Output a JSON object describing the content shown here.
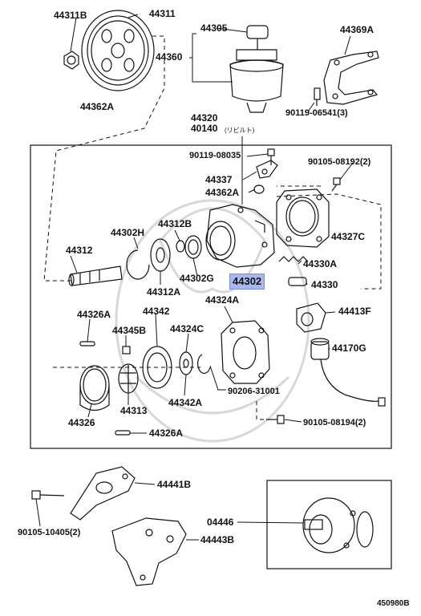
{
  "diagram_code": "450980B",
  "labels": {
    "p44311B": "44311B",
    "p44311": "44311",
    "p44362A_top": "44362A",
    "p44305": "44305",
    "p44360": "44360",
    "p44369A": "44369A",
    "p90119_06541": "90119-06541(3)",
    "p44320": "44320",
    "p44140": "40140",
    "p44140_jp": "(リビルト)",
    "p90119_08035": "90119-08035",
    "p90105_08192": "90105-08192(2)",
    "p44337": "44337",
    "p44362A": "44362A",
    "p44312B": "44312B",
    "p44302H": "44302H",
    "p44327C": "44327C",
    "p44312": "44312",
    "p44330A": "44330A",
    "p44302G": "44302G",
    "p44302": "44302",
    "p44330": "44330",
    "p44312A": "44312A",
    "p44324A": "44324A",
    "p44413F": "44413F",
    "p44326A": "44326A",
    "p44342": "44342",
    "p44345B": "44345B",
    "p44324C": "44324C",
    "p44170G": "44170G",
    "p90206_31001": "90206-31001",
    "p44326": "44326",
    "p44313": "44313",
    "p44342A": "44342A",
    "p90105_08194": "90105-08194(2)",
    "p44326A_b": "44326A",
    "p44441B": "44441B",
    "p90105_10405": "90105-10405(2)",
    "p04446": "04446",
    "p44443B": "44443B"
  },
  "highlight": {
    "part": "44302",
    "color": "#a8b8ee"
  }
}
